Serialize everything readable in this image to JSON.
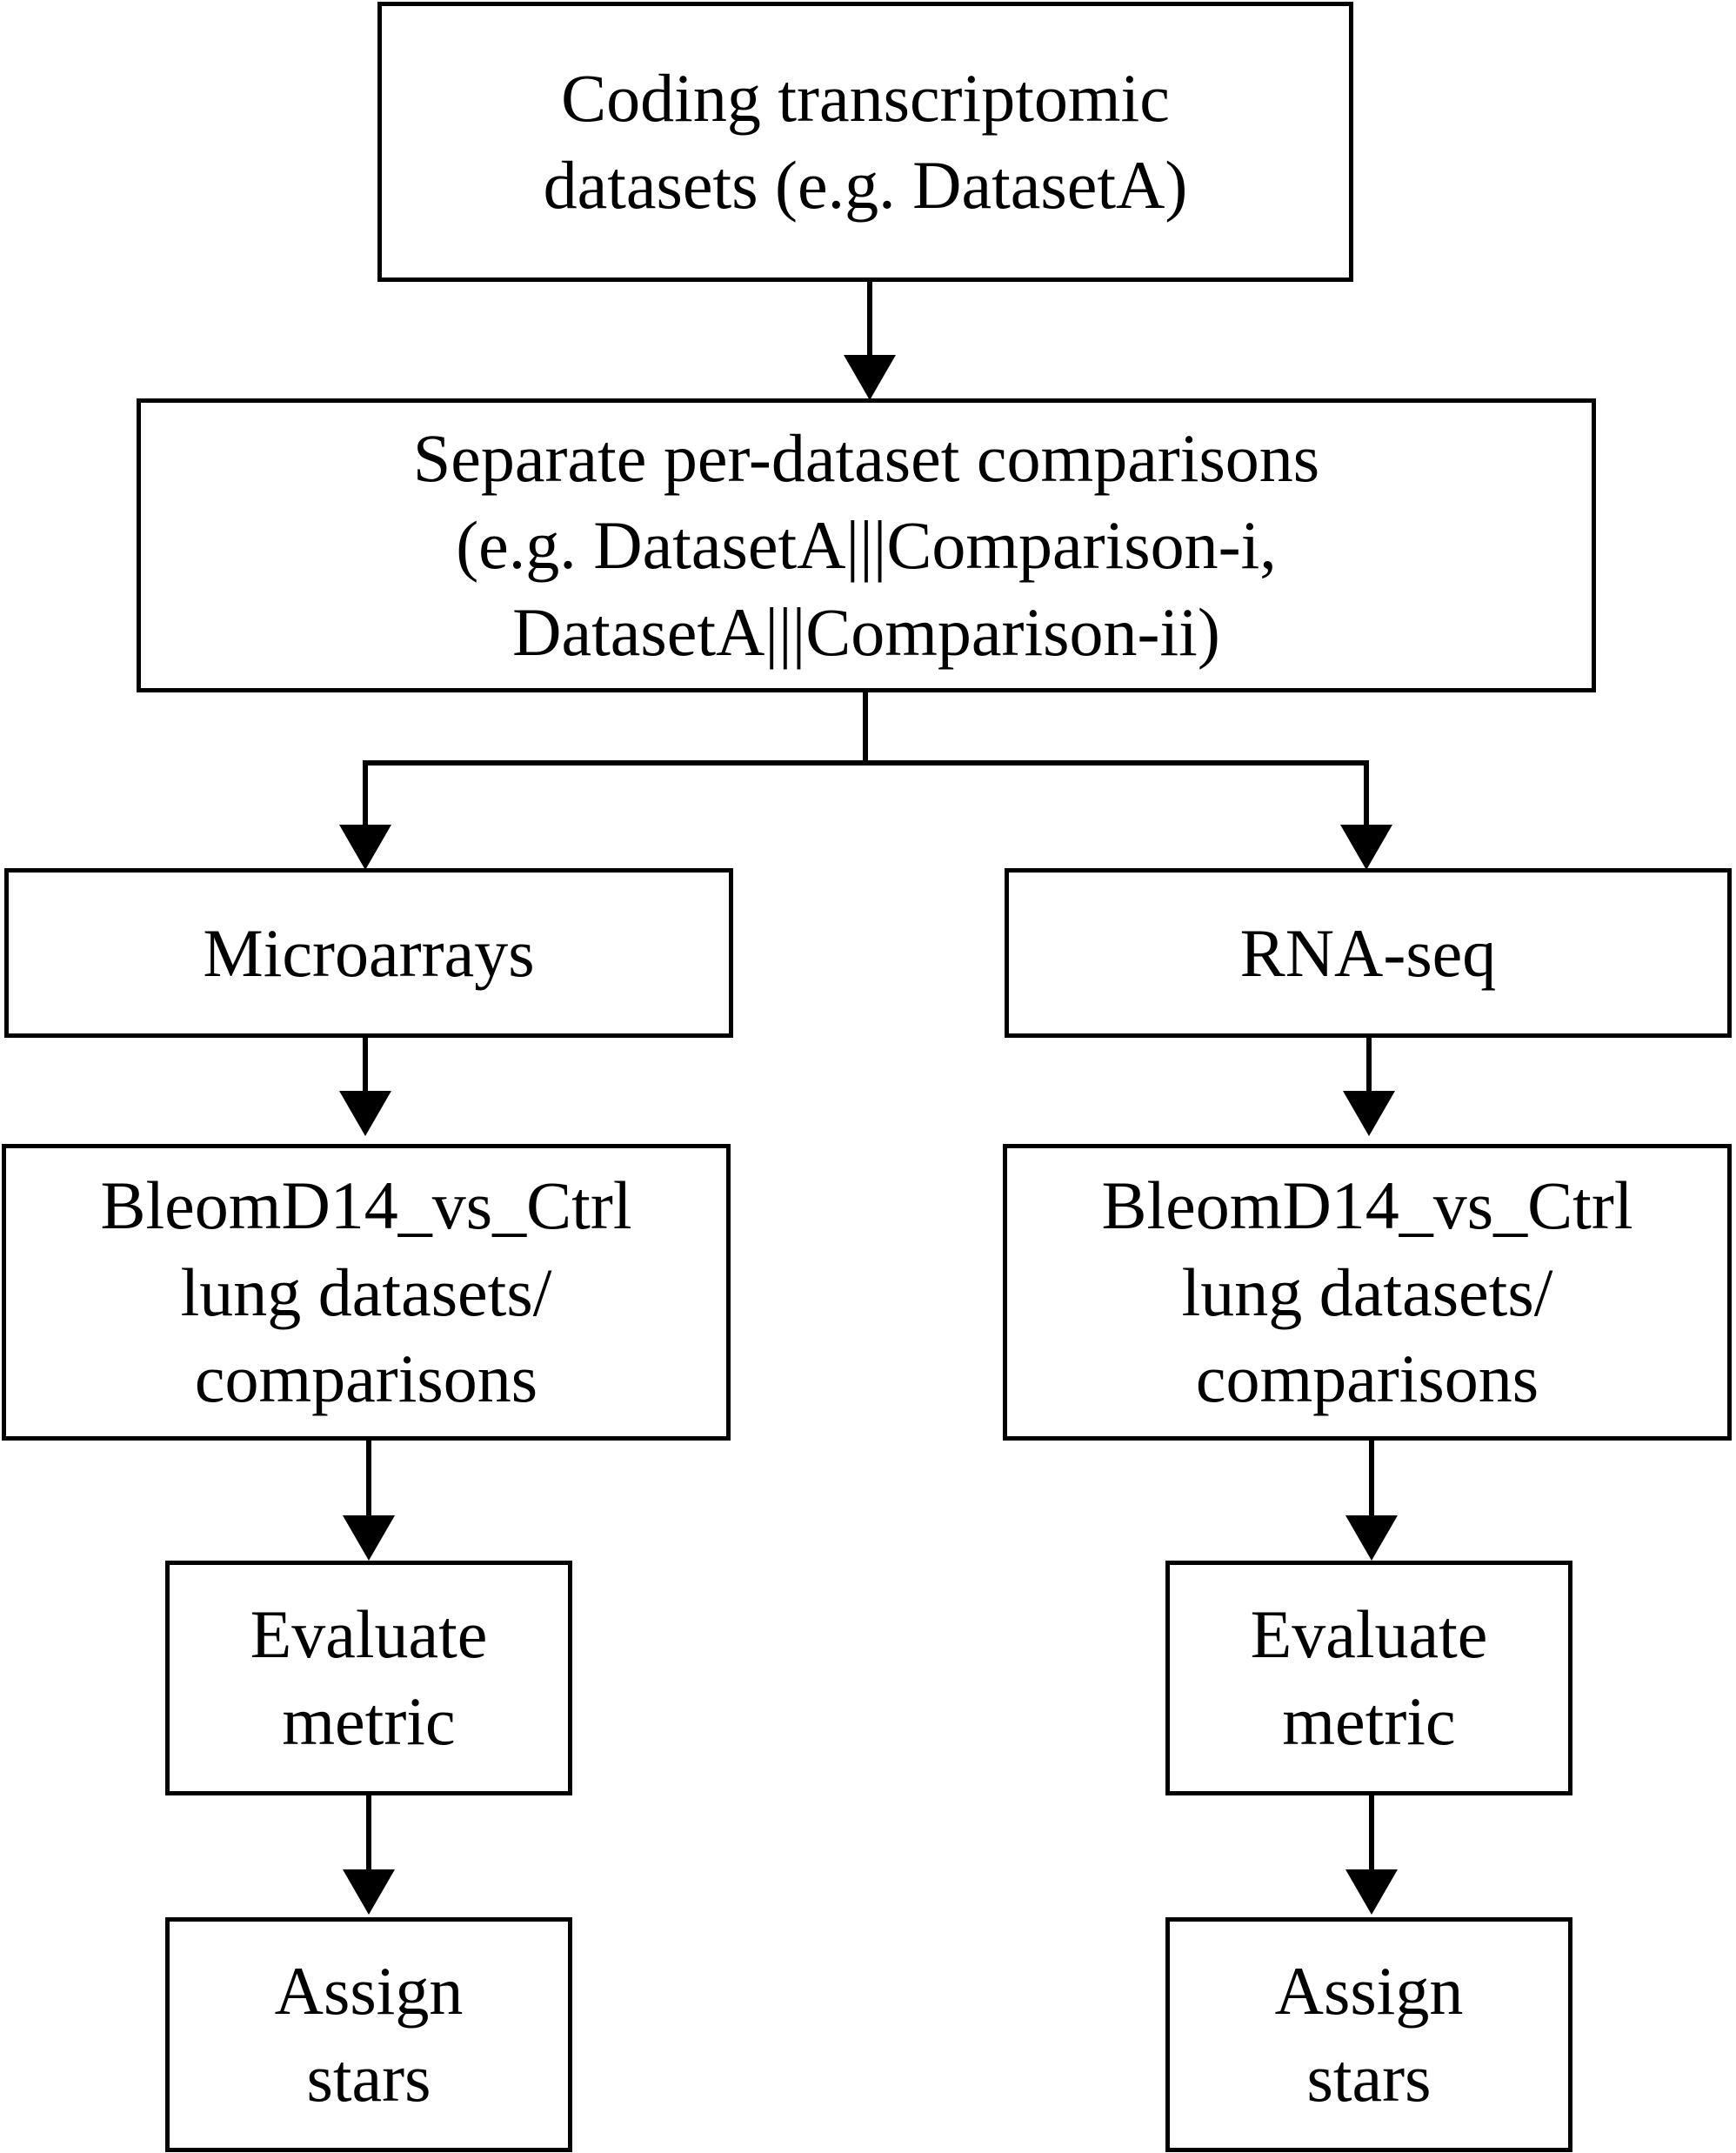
{
  "nodes": {
    "datasets": {
      "lines": [
        "Coding transcriptomic",
        "datasets (e.g. DatasetA)"
      ]
    },
    "comparisons": {
      "lines": [
        "Separate per-dataset comparisons",
        "(e.g. DatasetA|||Comparison-i,",
        "DatasetA|||Comparison-ii)"
      ]
    },
    "microarrays": {
      "lines": [
        "Microarrays"
      ]
    },
    "rnaseq": {
      "lines": [
        "RNA-seq"
      ]
    },
    "micro_lung": {
      "lines": [
        "BleomD14_vs_Ctrl",
        "lung datasets/",
        "comparisons"
      ]
    },
    "rna_lung": {
      "lines": [
        "BleomD14_vs_Ctrl",
        "lung datasets/",
        "comparisons"
      ]
    },
    "micro_eval": {
      "lines": [
        "Evaluate",
        "metric"
      ]
    },
    "rna_eval": {
      "lines": [
        "Evaluate",
        "metric"
      ]
    },
    "micro_stars": {
      "lines": [
        "Assign",
        "stars"
      ]
    },
    "rna_stars": {
      "lines": [
        "Assign",
        "stars"
      ]
    }
  }
}
